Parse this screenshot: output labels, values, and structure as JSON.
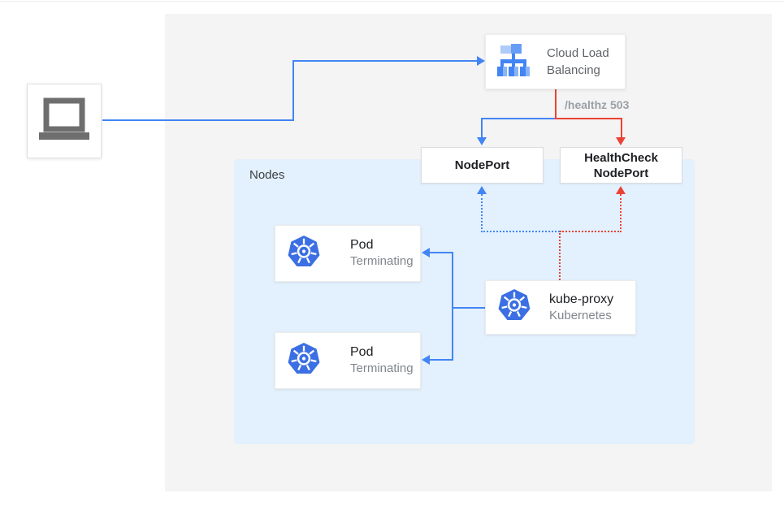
{
  "diagram": {
    "client": {
      "icon": "laptop-icon"
    },
    "cloud_load_balancing": {
      "label": "Cloud Load Balancing",
      "icon": "cloud-load-balancing-icon"
    },
    "healthz_label": "/healthz 503",
    "nodeport": {
      "label": "NodePort"
    },
    "healthcheck_nodeport": {
      "line1": "HealthCheck",
      "line2": "NodePort"
    },
    "nodes_panel": {
      "label": "Nodes"
    },
    "pods": [
      {
        "title": "Pod",
        "subtitle": "Terminating",
        "icon": "kubernetes-icon"
      },
      {
        "title": "Pod",
        "subtitle": "Terminating",
        "icon": "kubernetes-icon"
      }
    ],
    "kube_proxy": {
      "title": "kube-proxy",
      "subtitle": "Kubernetes",
      "icon": "kubernetes-icon"
    },
    "colors": {
      "blue": "#4285f4",
      "red": "#ea4335",
      "panel_gray": "#f4f4f4",
      "nodes_blue": "#e3f0fd",
      "kubernetes_blue": "#3b6fe3",
      "text_dark": "#202124",
      "text_gray": "#5f6368",
      "muted_gray": "#9aa0a6"
    }
  }
}
